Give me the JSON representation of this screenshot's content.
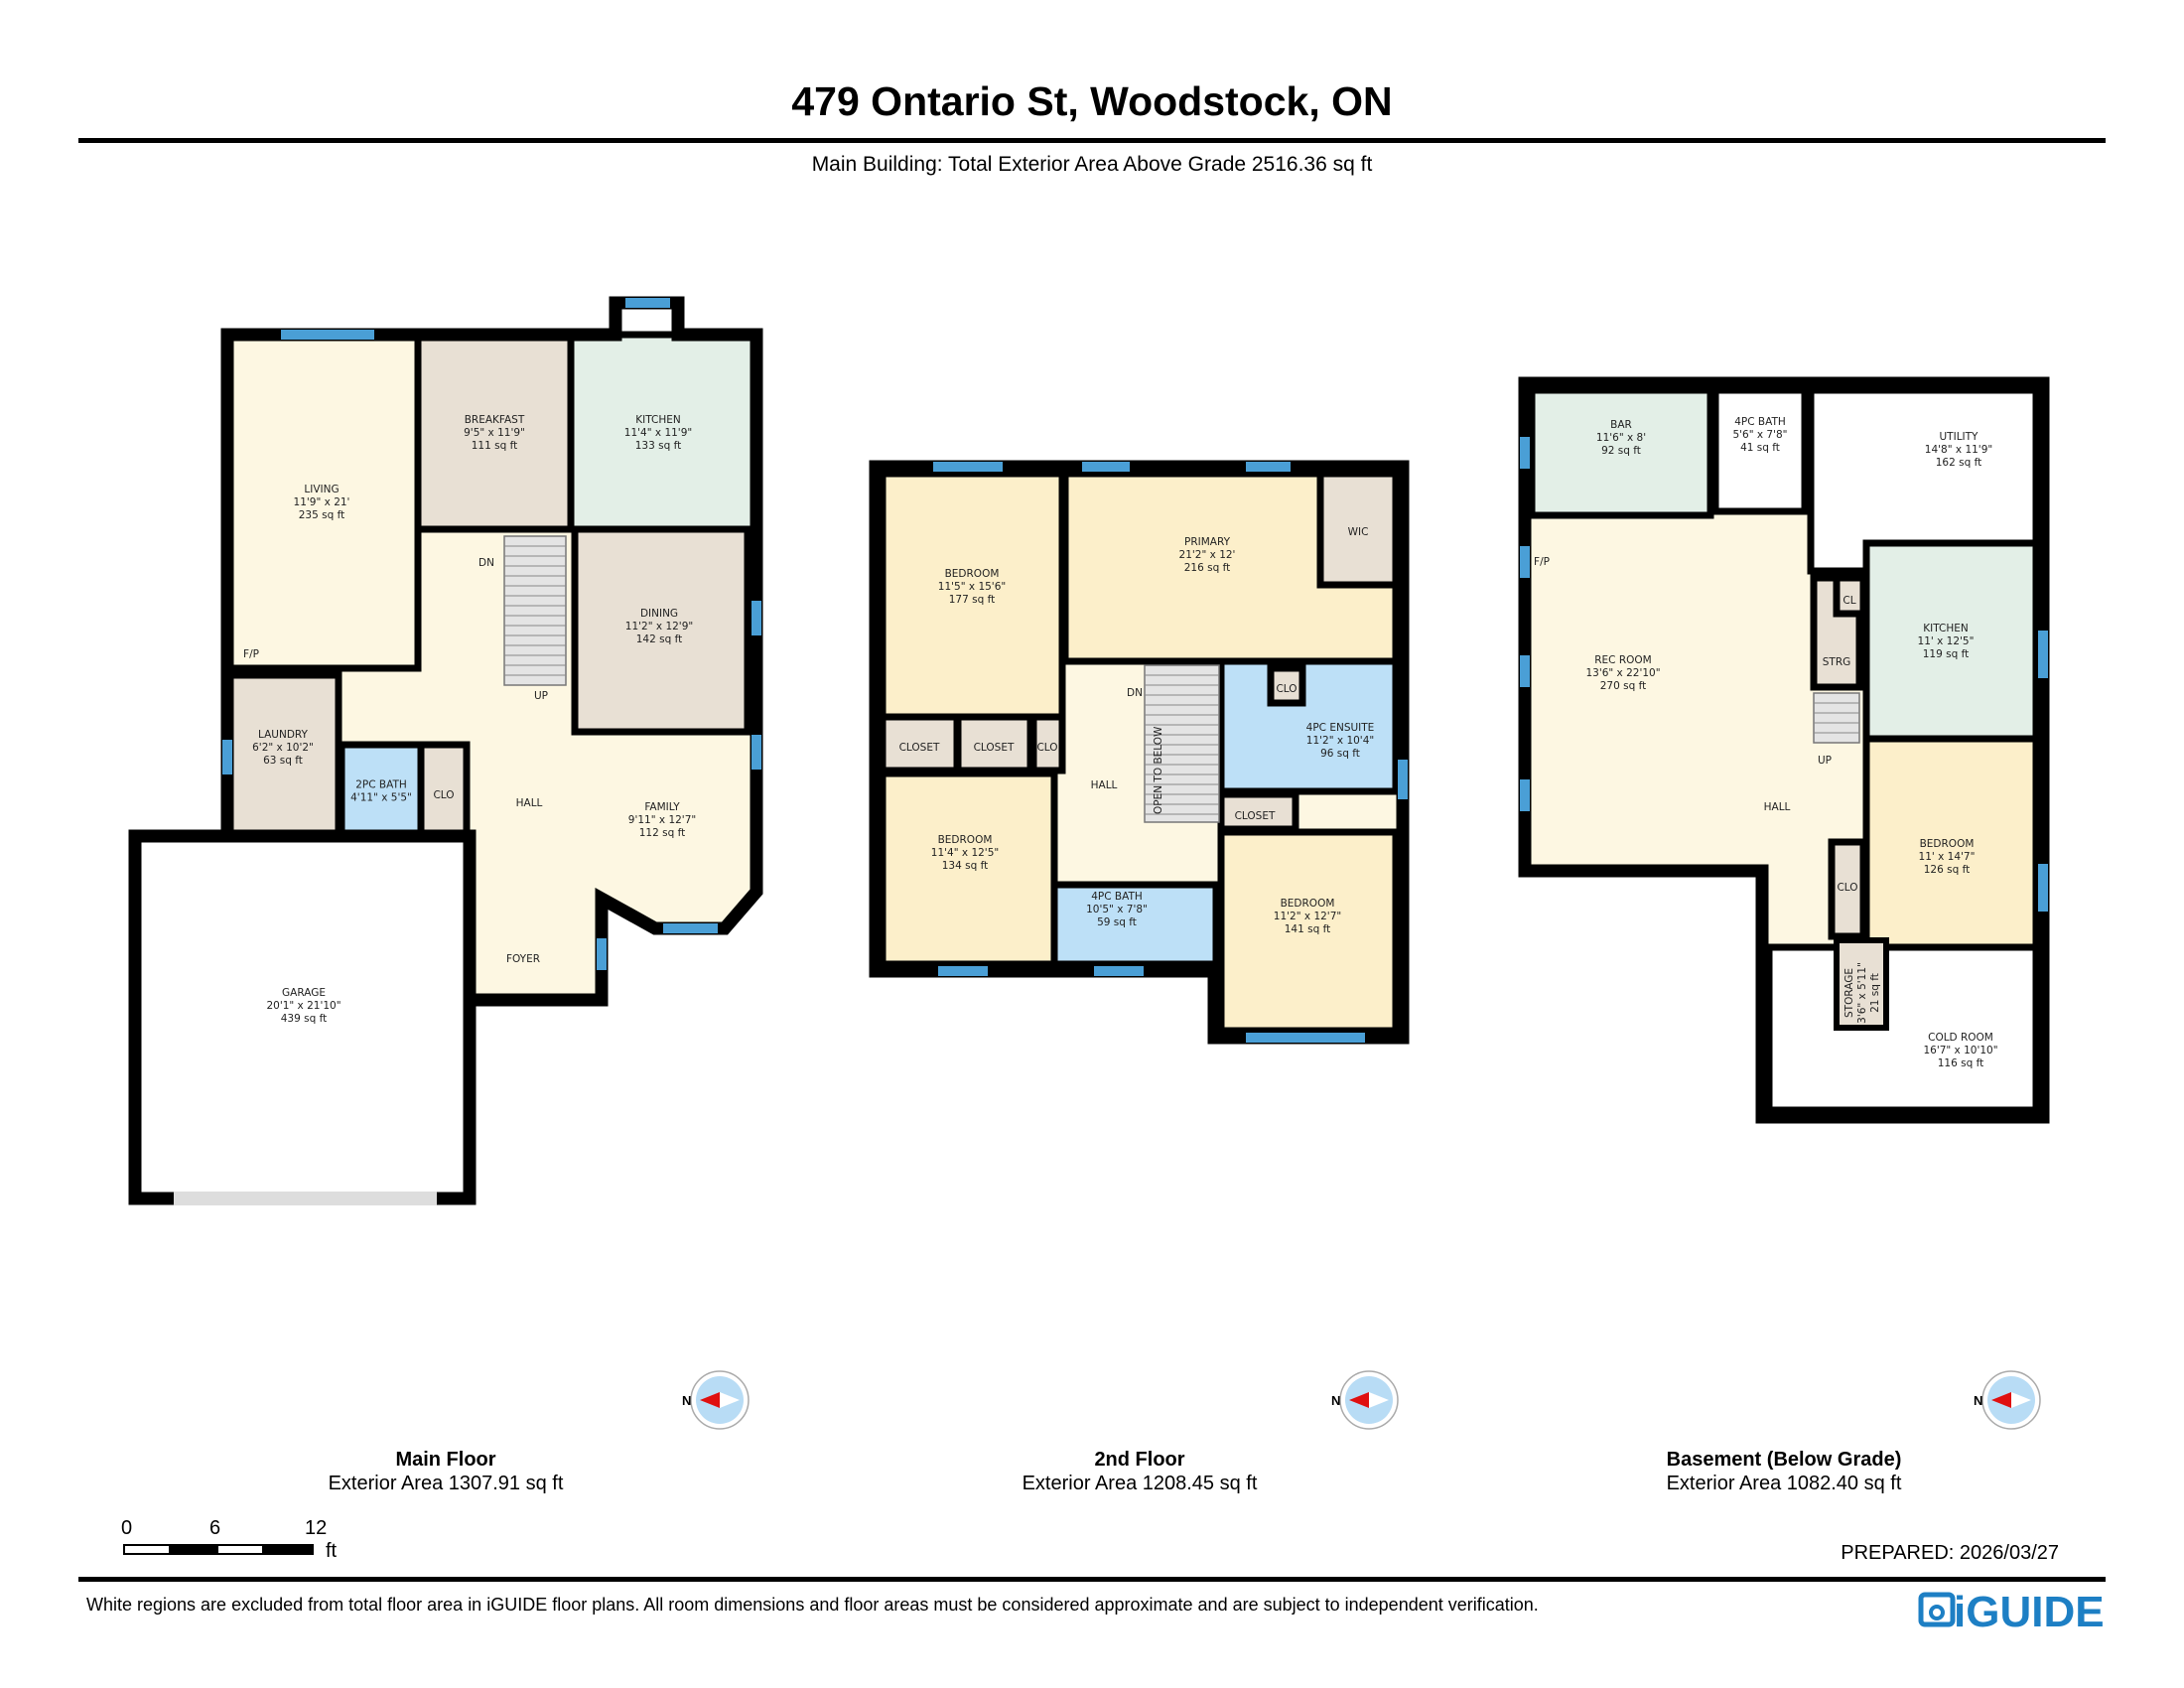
{
  "header": {
    "title": "479 Ontario St, Woodstock, ON",
    "subtitle": "Main Building: Total Exterior Area Above Grade 2516.36 sq ft"
  },
  "colors": {
    "wall": "#000000",
    "window": "#4a9fd6",
    "cream": "#fdf7e2",
    "beige": "#e8e0d4",
    "mint": "#e3efe7",
    "bath": "#bde0f7",
    "bedroom": "#fcefca",
    "brand": "#1d7fc4"
  },
  "floors": {
    "main": {
      "caption": "Main Floor",
      "area": "Exterior Area 1307.91 sq ft",
      "rooms": [
        {
          "name": "LIVING",
          "dims": "11'9\" x 21'",
          "area": "235 sq ft"
        },
        {
          "name": "BREAKFAST",
          "dims": "9'5\" x 11'9\"",
          "area": "111 sq ft"
        },
        {
          "name": "KITCHEN",
          "dims": "11'4\" x 11'9\"",
          "area": "133 sq ft"
        },
        {
          "name": "DINING",
          "dims": "11'2\" x 12'9\"",
          "area": "142 sq ft"
        },
        {
          "name": "FAMILY",
          "dims": "9'11\" x 12'7\"",
          "area": "112 sq ft"
        },
        {
          "name": "LAUNDRY",
          "dims": "6'2\" x 10'2\"",
          "area": "63 sq ft"
        },
        {
          "name": "2PC BATH",
          "dims": "4'11\" x 5'5\""
        },
        {
          "name": "CLO"
        },
        {
          "name": "HALL"
        },
        {
          "name": "F/P"
        },
        {
          "name": "GARAGE",
          "dims": "20'1\" x 21'10\"",
          "area": "439 sq ft"
        },
        {
          "name": "FOYER"
        },
        {
          "name": "DN"
        },
        {
          "name": "UP"
        }
      ]
    },
    "second": {
      "caption": "2nd Floor",
      "area": "Exterior Area 1208.45 sq ft",
      "rooms": [
        {
          "name": "BEDROOM",
          "dims": "11'5\" x 15'6\"",
          "area": "177 sq ft"
        },
        {
          "name": "PRIMARY",
          "dims": "21'2\" x 12'",
          "area": "216 sq ft"
        },
        {
          "name": "WIC"
        },
        {
          "name": "CLOSET"
        },
        {
          "name": "CLOSET"
        },
        {
          "name": "CLO"
        },
        {
          "name": "BEDROOM",
          "dims": "11'4\" x 12'5\"",
          "area": "134 sq ft"
        },
        {
          "name": "HALL"
        },
        {
          "name": "4PC BATH",
          "dims": "10'5\" x 7'8\"",
          "area": "59 sq ft"
        },
        {
          "name": "4PC ENSUITE",
          "dims": "11'2\" x 10'4\"",
          "area": "96 sq ft"
        },
        {
          "name": "CLO"
        },
        {
          "name": "CLOSET"
        },
        {
          "name": "BEDROOM",
          "dims": "11'2\" x 12'7\"",
          "area": "141 sq ft"
        },
        {
          "name": "DN"
        }
      ],
      "open_to_below": "OPEN TO BELOW"
    },
    "basement": {
      "caption": "Basement (Below Grade)",
      "area": "Exterior Area 1082.40 sq ft",
      "rooms": [
        {
          "name": "BAR",
          "dims": "11'6\" x 8'",
          "area": "92 sq ft"
        },
        {
          "name": "4PC BATH",
          "dims": "5'6\" x 7'8\"",
          "area": "41 sq ft"
        },
        {
          "name": "UTILITY",
          "dims": "14'8\" x 11'9\"",
          "area": "162 sq ft"
        },
        {
          "name": "REC ROOM",
          "dims": "13'6\" x 22'10\"",
          "area": "270 sq ft"
        },
        {
          "name": "KITCHEN",
          "dims": "11' x 12'5\"",
          "area": "119 sq ft"
        },
        {
          "name": "STRG"
        },
        {
          "name": "CL"
        },
        {
          "name": "HALL"
        },
        {
          "name": "BEDROOM",
          "dims": "11' x 14'7\"",
          "area": "126 sq ft"
        },
        {
          "name": "CLO"
        },
        {
          "name": "COLD ROOM",
          "dims": "16'7\" x 10'10\"",
          "area": "116 sq ft"
        },
        {
          "name": "F/P"
        },
        {
          "name": "UP"
        }
      ],
      "storage": {
        "name": "STORAGE",
        "dims": "3'6\" x 5'11\"",
        "area": "21 sq ft"
      }
    }
  },
  "compass": {
    "label": "N"
  },
  "scale": {
    "ticks": [
      "0",
      "6",
      "12"
    ],
    "unit": "ft"
  },
  "prepared": "PREPARED: 2026/03/27",
  "footer": {
    "disclaimer": "White regions are excluded from total floor area in iGUIDE floor plans. All room dimensions and floor areas must be considered approximate and are subject to independent verification.",
    "logo": "iGUIDE"
  }
}
